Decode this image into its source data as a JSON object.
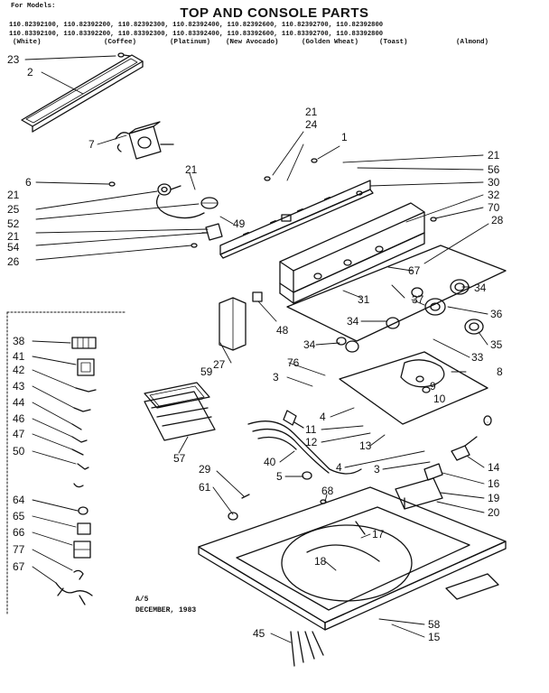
{
  "header": {
    "models_label": "For Models:",
    "title": "TOP AND CONSOLE PARTS",
    "model_row_1": "110.82392100, 110.82392200, 110.82392300, 110.82392400, 110.82392600, 110.82392700, 110.82392800",
    "model_row_2": "110.83392100, 110.83392200, 110.83392300, 110.83392400, 110.83392600, 110.83392700, 110.83392800",
    "colors": [
      "(White)",
      "(Coffee)",
      "(Platinum)",
      "(New Avocado)",
      "(Golden Wheat)",
      "(Toast)",
      "(Almond)"
    ]
  },
  "callouts": [
    "23",
    "2",
    "7",
    "6",
    "21",
    "25",
    "52",
    "21",
    "54",
    "26",
    "21",
    "49",
    "21",
    "24",
    "1",
    "21",
    "56",
    "30",
    "32",
    "70",
    "28",
    "67",
    "34",
    "31",
    "37",
    "36",
    "34",
    "35",
    "34",
    "33",
    "48",
    "27",
    "59",
    "76",
    "3",
    "8",
    "9",
    "10",
    "4",
    "11",
    "12",
    "13",
    "4",
    "3",
    "14",
    "16",
    "19",
    "20",
    "57",
    "40",
    "5",
    "61",
    "29",
    "68",
    "17",
    "18",
    "45",
    "58",
    "15"
  ],
  "inset_callouts": [
    "38",
    "41",
    "42",
    "43",
    "44",
    "46",
    "47",
    "50",
    "64",
    "65",
    "66",
    "77",
    "67"
  ],
  "footer": {
    "code": "A/5",
    "date": "DECEMBER, 1983"
  }
}
